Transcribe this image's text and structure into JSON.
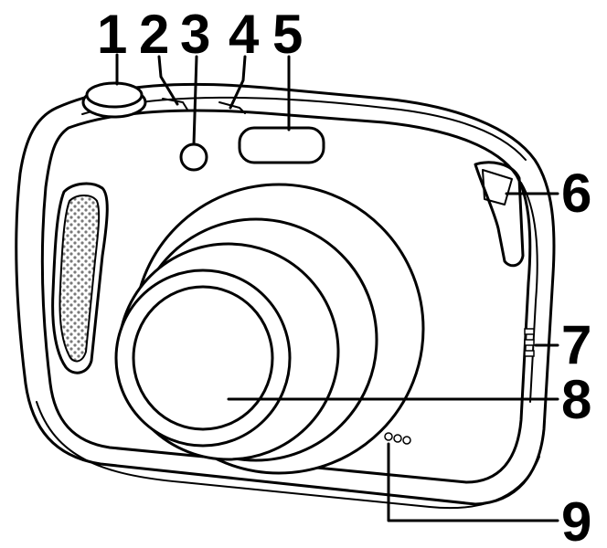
{
  "diagram": {
    "callouts": [
      {
        "id": "1",
        "label": "1"
      },
      {
        "id": "2",
        "label": "2"
      },
      {
        "id": "3",
        "label": "3"
      },
      {
        "id": "4",
        "label": "4"
      },
      {
        "id": "5",
        "label": "5"
      },
      {
        "id": "6",
        "label": "6"
      },
      {
        "id": "7",
        "label": "7"
      },
      {
        "id": "8",
        "label": "8"
      },
      {
        "id": "9",
        "label": "9"
      }
    ],
    "colors": {
      "stroke": "#000000",
      "background": "#ffffff",
      "speaker_dots": "#7a7a7a"
    }
  }
}
